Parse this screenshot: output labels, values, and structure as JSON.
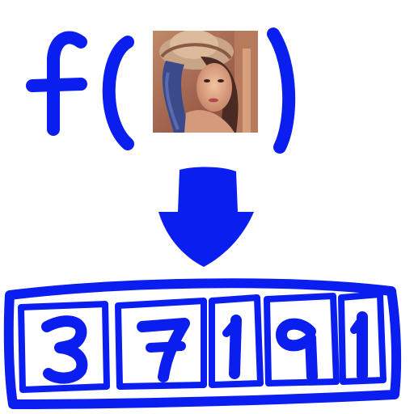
{
  "ink_color": "#0a1ef0",
  "function_expression": {
    "function_name": "f",
    "open_paren": "(",
    "close_paren": ")",
    "input_image": "portrait-photo-thumbnail"
  },
  "arrow": {
    "direction": "down"
  },
  "output_vector": {
    "values": [
      "3",
      "7",
      "1",
      "9",
      "1"
    ]
  }
}
